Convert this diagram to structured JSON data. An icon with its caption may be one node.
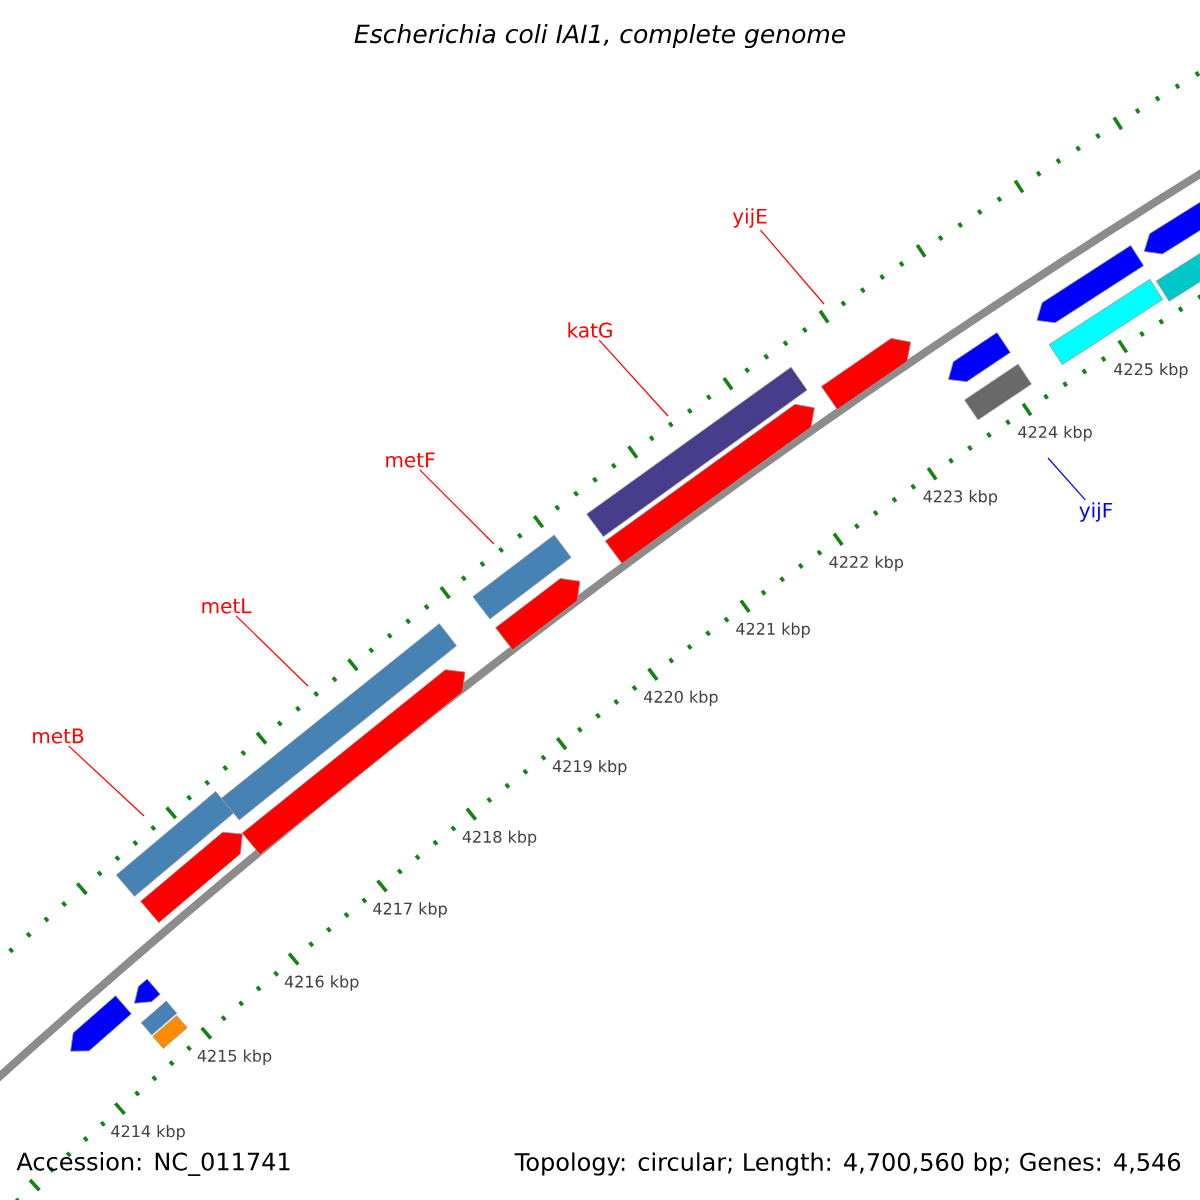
{
  "diagram": {
    "title": "Escherichia coli IAI1, complete genome",
    "nodes": [
      {
        "text": [
          "metB"
        ]
      },
      {
        "text": [
          "metL"
        ]
      },
      {
        "text": [
          "metF"
        ]
      },
      {
        "text": [
          "katG"
        ]
      },
      {
        "text": [
          "yijE"
        ]
      },
      {
        "text": [
          "yijF"
        ]
      }
    ],
    "edges": [
      {
        "from": 0,
        "to": null,
        "arrow": "none"
      },
      {
        "from": 1,
        "to": null,
        "arrow": "none"
      },
      {
        "from": 2,
        "to": null,
        "arrow": "none"
      },
      {
        "from": 3,
        "to": null,
        "arrow": "none"
      },
      {
        "from": 4,
        "to": null,
        "arrow": "none"
      },
      {
        "from": 5,
        "to": null,
        "arrow": "none",
        "color": "#0000ff"
      }
    ],
    "labels": [
      "4225 kbp",
      "4224 kbp",
      "4223 kbp",
      "4222 kbp",
      "4221 kbp",
      "4220 kbp",
      "4219 kbp",
      "4218 kbp",
      "4217 kbp",
      "4216 kbp",
      "4215 kbp",
      "4214 kbp",
      "Accession: NC_011741",
      "Topology: circular; Length: 4,700,560 bp; Genes: 4,546"
    ]
  }
}
